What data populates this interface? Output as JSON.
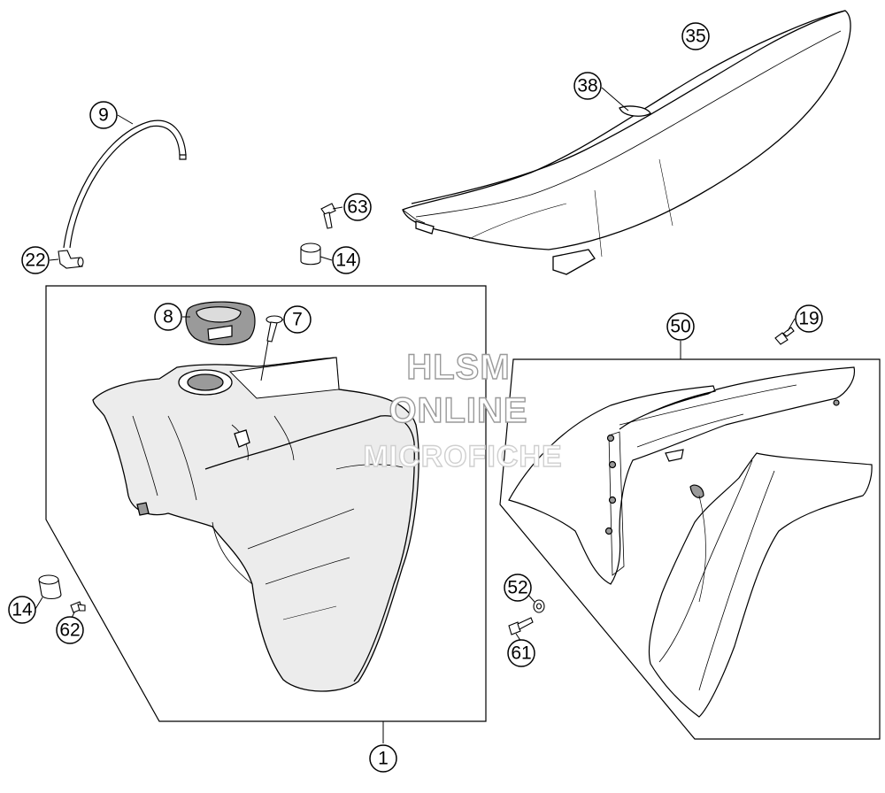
{
  "watermark": {
    "line1": "HLSM",
    "line2": "ONLINE",
    "line3": "MICROFICHE"
  },
  "callouts": [
    {
      "id": "c35",
      "label": "35"
    },
    {
      "id": "c38",
      "label": "38"
    },
    {
      "id": "c9",
      "label": "9"
    },
    {
      "id": "c63",
      "label": "63"
    },
    {
      "id": "c22",
      "label": "22"
    },
    {
      "id": "c14a",
      "label": "14"
    },
    {
      "id": "c8",
      "label": "8"
    },
    {
      "id": "c7",
      "label": "7"
    },
    {
      "id": "c50",
      "label": "50"
    },
    {
      "id": "c19",
      "label": "19"
    },
    {
      "id": "c14b",
      "label": "14"
    },
    {
      "id": "c62",
      "label": "62"
    },
    {
      "id": "c52",
      "label": "52"
    },
    {
      "id": "c61",
      "label": "61"
    },
    {
      "id": "c1",
      "label": "1"
    }
  ],
  "colors": {
    "line": "#000000",
    "part_fill": "#ffffff",
    "shade_fill": "#e6e6e6",
    "dark_fill": "#9a9a9a"
  }
}
